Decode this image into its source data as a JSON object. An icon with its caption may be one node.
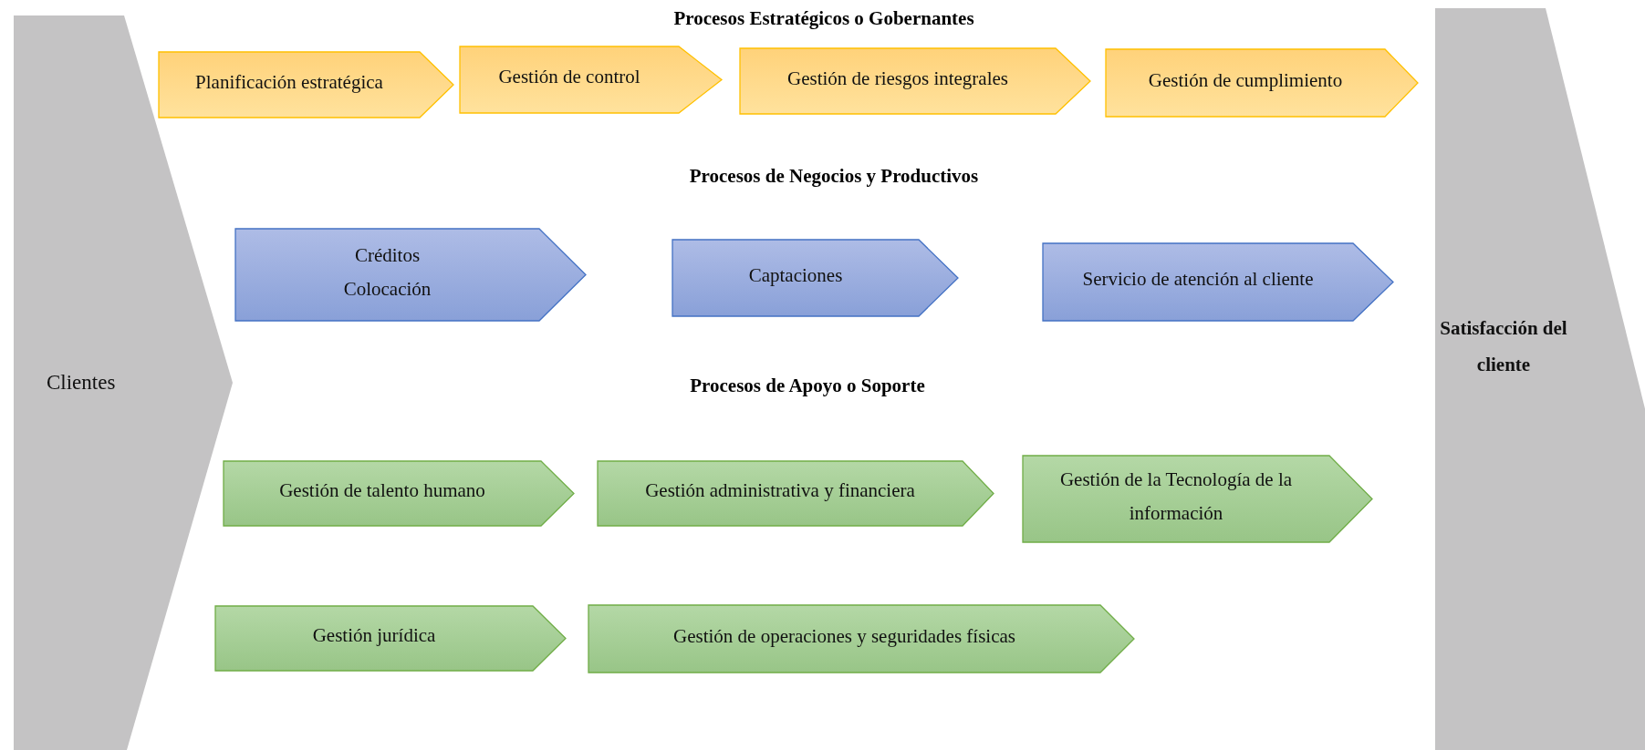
{
  "diagram": {
    "nodes": [
      {
        "text": [
          "Clientes"
        ]
      },
      {
        "text": [
          "Satisfacción del cliente"
        ]
      },
      {
        "text": [
          "Planificación estratégica"
        ]
      },
      {
        "text": [
          "Gestión de control"
        ]
      },
      {
        "text": [
          "Gestión de riesgos integrales"
        ]
      },
      {
        "text": [
          "Gestión de cumplimiento"
        ]
      },
      {
        "text": [
          "Créditos",
          "Colocación"
        ]
      },
      {
        "text": [
          "Captaciones"
        ]
      },
      {
        "text": [
          "Servicio de atención al cliente"
        ]
      },
      {
        "text": [
          "Gestión de talento humano"
        ]
      },
      {
        "text": [
          "Gestión administrativa y financiera"
        ]
      },
      {
        "text": [
          "Gestión de la Tecnología de la información"
        ]
      },
      {
        "text": [
          "Gestión jurídica"
        ]
      },
      {
        "text": [
          "Gestión de operaciones y seguridades físicas"
        ]
      }
    ],
    "labels": [
      "Procesos Estratégicos o Gobernantes",
      "Procesos de Negocios y Productivos",
      "Procesos de Apoyo o Soporte"
    ]
  }
}
